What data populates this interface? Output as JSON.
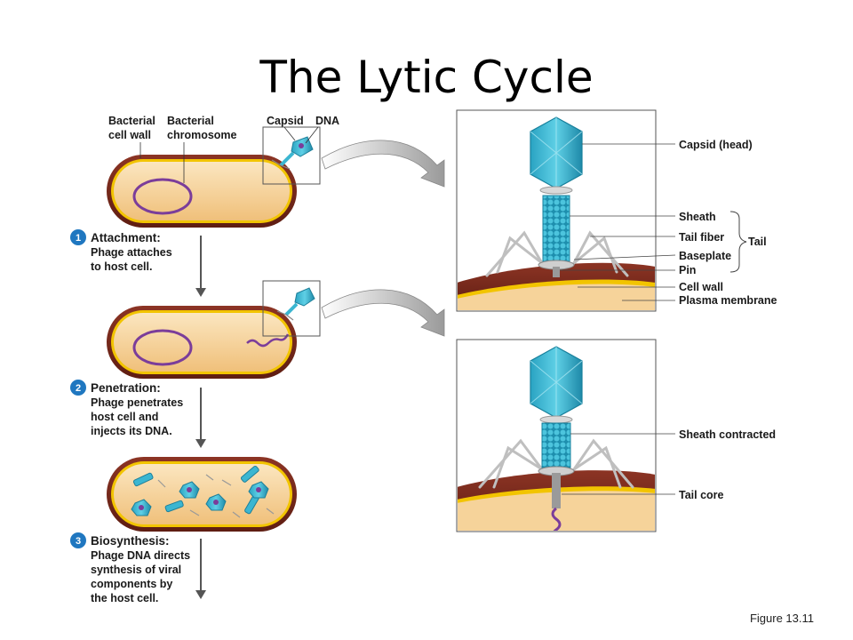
{
  "title": "The Lytic Cycle",
  "figure_caption": "Figure 13.11",
  "left_labels": {
    "cell_wall": [
      "Bacterial",
      "cell wall"
    ],
    "chromosome": [
      "Bacterial",
      "chromosome"
    ],
    "capsid": "Capsid",
    "dna": "DNA"
  },
  "steps": [
    {
      "number": "1",
      "heading": "Attachment:",
      "text": [
        "Phage attaches",
        "to host cell."
      ]
    },
    {
      "number": "2",
      "heading": "Penetration:",
      "text": [
        "Phage penetrates",
        "host cell and",
        "injects its DNA."
      ]
    },
    {
      "number": "3",
      "heading": "Biosynthesis:",
      "text": [
        "Phage DNA directs",
        "synthesis of viral",
        "components by",
        "the host cell."
      ]
    }
  ],
  "detail_top_labels": {
    "capsid_head": "Capsid (head)",
    "sheath": "Sheath",
    "tail_fiber": "Tail fiber",
    "baseplate": "Baseplate",
    "pin": "Pin",
    "tail": "Tail",
    "cell_wall": "Cell wall",
    "plasma_membrane": "Plasma membrane"
  },
  "detail_bottom_labels": {
    "sheath_contracted": "Sheath contracted",
    "tail_core": "Tail core"
  },
  "colors": {
    "cell_wall": "#7a2a1e",
    "cytoplasm": "#f6d39a",
    "membrane": "#f2c400",
    "chromosome": "#7b3d9a",
    "phage": "#3bb6d1",
    "step_badge": "#1f77c0"
  }
}
